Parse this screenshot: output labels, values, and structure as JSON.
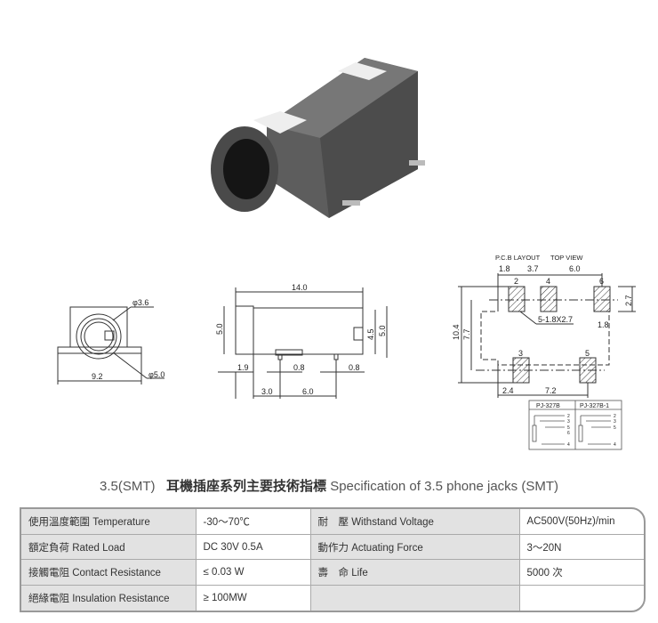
{
  "front_view": {
    "dia_inner": "φ3.6",
    "dia_outer": "φ5.0",
    "width": "9.2"
  },
  "side_view": {
    "length": "14.0",
    "height_left": "5.0",
    "height_right_inner": "4.5",
    "height_right": "5.0",
    "d1": "1.9",
    "d2": "0.8",
    "d3": "0.8",
    "d4": "3.0",
    "d5": "6.0"
  },
  "pcb": {
    "title": "P.C.B LAYOUT",
    "view": "TOP VIEW",
    "dims": {
      "a": "1.8",
      "b": "3.7",
      "c": "6.0",
      "d": "2.7",
      "e": "1.8",
      "f": "10.4",
      "g": "7.7",
      "h": "2.4",
      "i": "7.2"
    },
    "pad_note": "5-1.8X2.7",
    "pins": [
      "2",
      "4",
      "6",
      "3",
      "5"
    ]
  },
  "schematics": [
    {
      "model": "PJ-327B",
      "pins": [
        "2",
        "3",
        "5",
        "6",
        "4"
      ]
    },
    {
      "model": "PJ-327B-1",
      "pins": [
        "2",
        "3",
        "5",
        "4"
      ]
    }
  ],
  "heading": {
    "prefix": "3.5(SMT)",
    "chinese": "耳機插座系列主要技術指標",
    "english": "Specification of 3.5 phone jacks (SMT)"
  },
  "spec_rows": [
    {
      "label1": "使用溫度範圍 Temperature",
      "value1": "-30～70℃",
      "label2": "耐　壓 Withstand Voltage",
      "value2": "AC500V(50Hz)/min"
    },
    {
      "label1": "額定負荷  Rated Load",
      "value1": "DC  30V  0.5A",
      "label2": "動作力 Actuating Force",
      "value2": "3～20N"
    },
    {
      "label1": "接觸電阻  Contact Resistance",
      "value1": "≤ 0.03 W",
      "label2": "壽　命 Life",
      "value2": "5000 次"
    },
    {
      "label1": "絕緣電阻  Insulation Resistance",
      "value1": "≥ 100MW",
      "label2": "",
      "value2": ""
    }
  ]
}
